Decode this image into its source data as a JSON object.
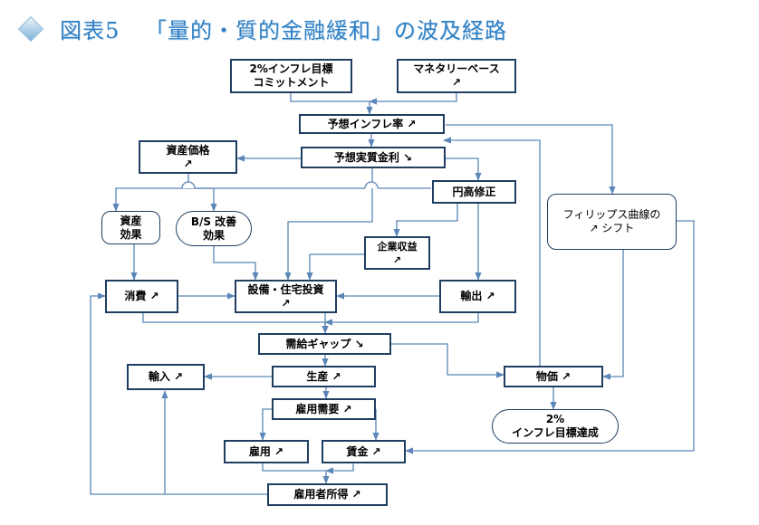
{
  "header": {
    "label": "図表5",
    "title": "「量的・質的金融緩和」の波及経路"
  },
  "nodes": {
    "commitment": {
      "line1": "2%インフレ目標",
      "line2": "コミットメント"
    },
    "monetary_base": {
      "line1": "マネタリーベース",
      "line2": "↗"
    },
    "expected_inflation": {
      "line1": "予想インフレ率 ↗"
    },
    "asset_prices": {
      "line1": "資産価格",
      "line2": "↗"
    },
    "real_interest": {
      "line1": "予想実質金利 ↘"
    },
    "yen_depreciation": {
      "line1": "円高修正"
    },
    "asset_effect": {
      "line1": "資産",
      "line2": "効果"
    },
    "bs_effect": {
      "line1": "B/S 改善",
      "line2": "効果"
    },
    "phillips": {
      "line1": "フィリップス曲線の",
      "line2": "↗ シフト"
    },
    "corp_profit": {
      "line1": "企業収益",
      "line2": "↗"
    },
    "consumption": {
      "line1": "消費 ↗"
    },
    "investment": {
      "line1": "設備・住宅投資",
      "line2": "↗"
    },
    "exports": {
      "line1": "輸出 ↗"
    },
    "output_gap": {
      "line1": "需給ギャップ ↘"
    },
    "imports": {
      "line1": "輸入 ↗"
    },
    "production": {
      "line1": "生産 ↗"
    },
    "prices": {
      "line1": "物価 ↗"
    },
    "labor_demand": {
      "line1": "雇用需要 ↗"
    },
    "target_achieved": {
      "line1": "2%",
      "line2": "インフレ目標達成"
    },
    "employment": {
      "line1": "雇用 ↗"
    },
    "wages": {
      "line1": "賃金 ↗"
    },
    "employee_income": {
      "line1": "雇用者所得 ↗"
    }
  },
  "colors": {
    "box_border": "#1f3e62",
    "arrow": "#5b86b7",
    "title": "#2f7fc4"
  }
}
